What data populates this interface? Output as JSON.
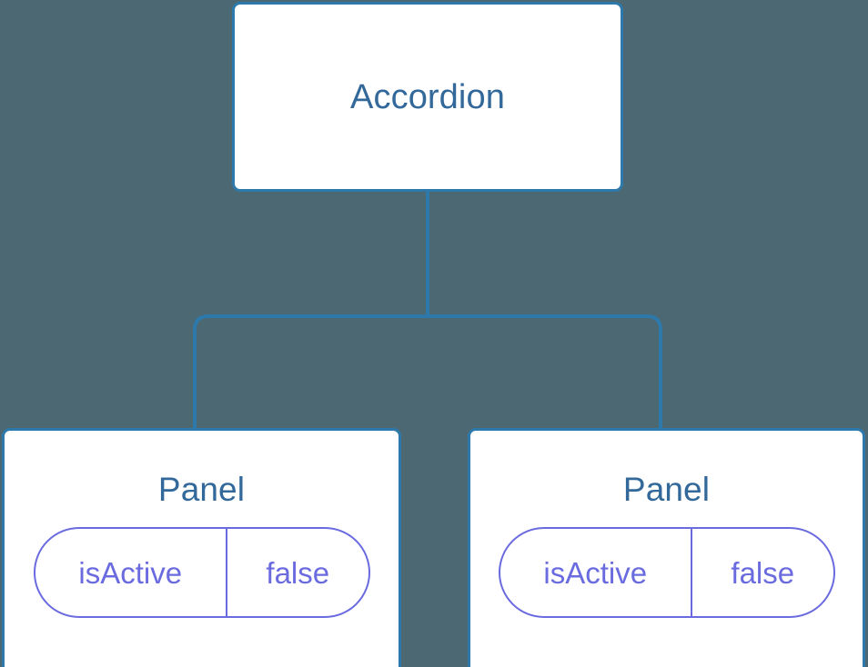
{
  "canvas": {
    "background_color": "#4c6872",
    "node_fill_color": "#ffffff",
    "node_border_color": "#2e79ab",
    "node_text_color": "#33699a",
    "pill_color": "#6b6be0",
    "connector_color": "#2e79ab"
  },
  "diagram": {
    "type": "component-tree",
    "root": {
      "label": "Accordion"
    },
    "children": [
      {
        "label": "Panel",
        "state": {
          "key": "isActive",
          "value": "false"
        }
      },
      {
        "label": "Panel",
        "state": {
          "key": "isActive",
          "value": "false"
        }
      }
    ]
  }
}
